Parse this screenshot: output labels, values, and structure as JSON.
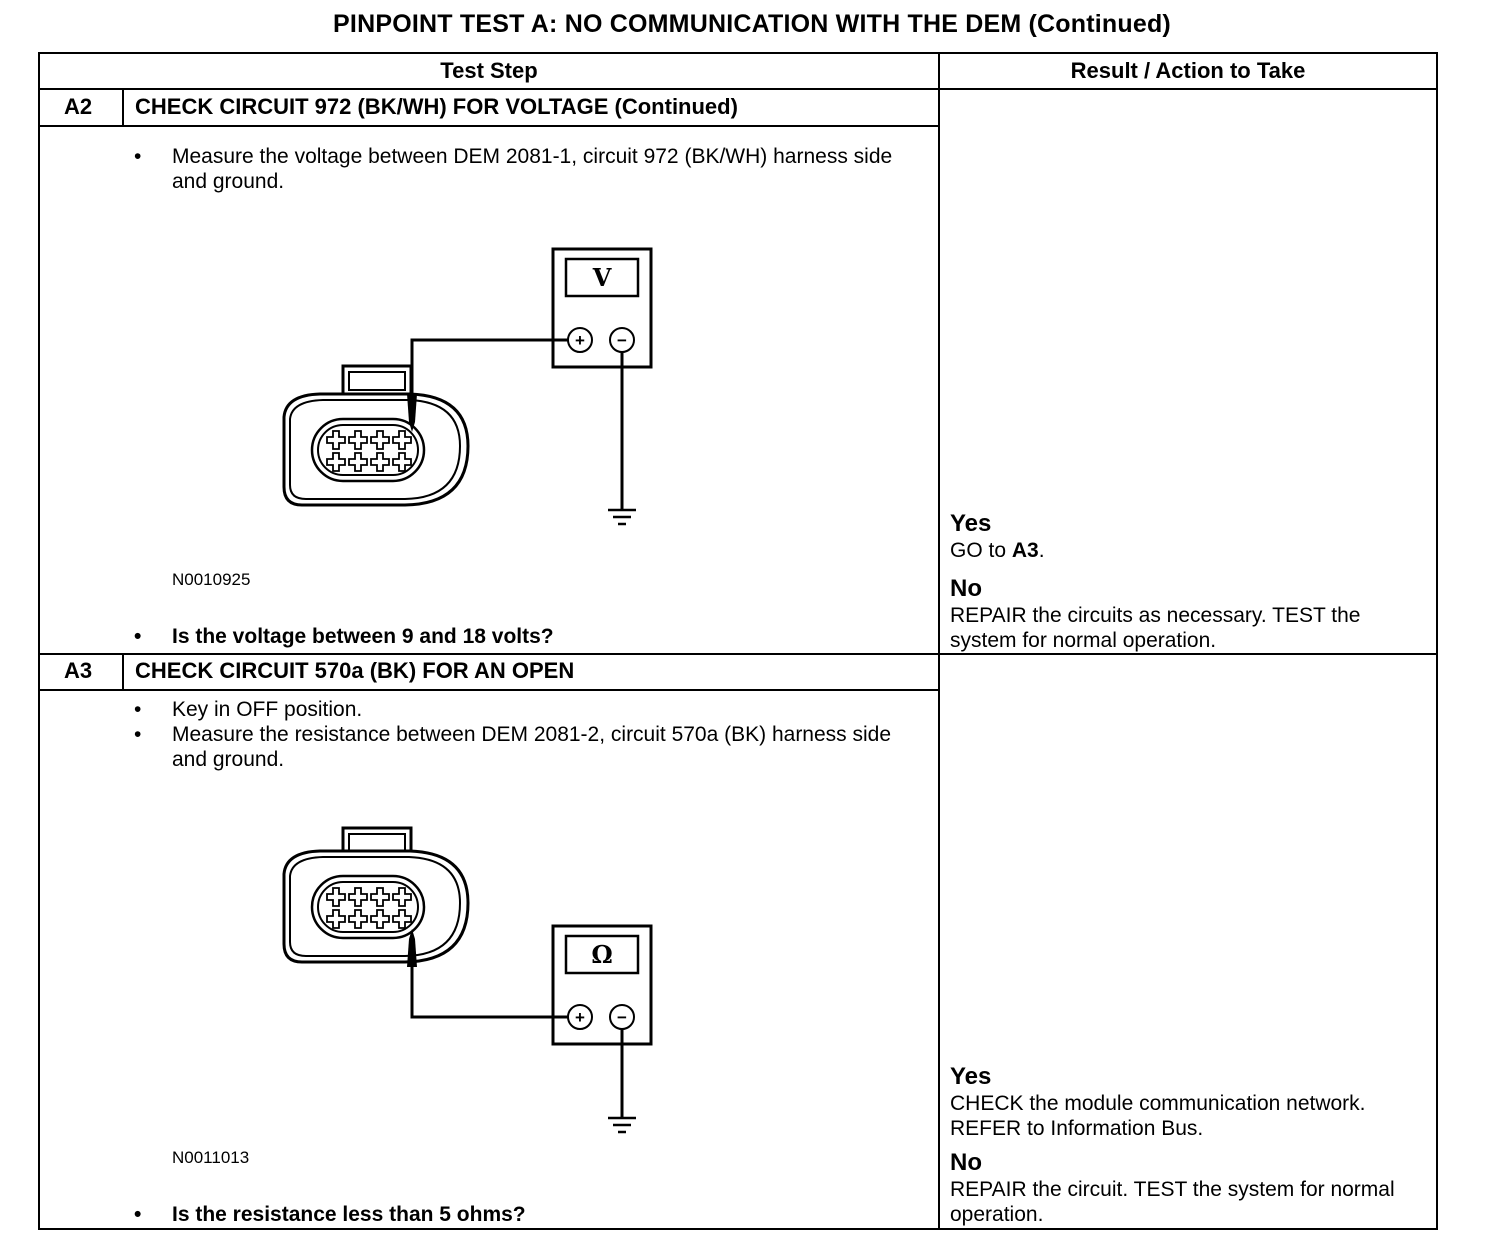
{
  "title": "PINPOINT TEST  A: NO COMMUNICATION WITH THE DEM (Continued)",
  "headers": {
    "test_step": "Test Step",
    "result": "Result / Action to Take"
  },
  "steps": [
    {
      "id": "A2",
      "title": "CHECK CIRCUIT 972 (BK/WH) FOR VOLTAGE (Continued)",
      "bullets": [
        "Measure the voltage between DEM 2081-1, circuit 972 (BK/WH) harness side and ground."
      ],
      "figure_id": "N0010925",
      "meter_symbol": "V",
      "question": "Is the voltage between 9 and 18 volts?",
      "yes_label": "Yes",
      "yes_text_prefix": "GO to ",
      "yes_text_ref": "A3",
      "yes_text_suffix": ".",
      "no_label": "No",
      "no_text": "REPAIR the circuits as necessary. TEST the system for normal operation."
    },
    {
      "id": "A3",
      "title": "CHECK CIRCUIT 570a (BK) FOR AN OPEN",
      "bullets": [
        "Key in OFF position.",
        "Measure the resistance between DEM 2081-2, circuit 570a (BK) harness side and ground."
      ],
      "figure_id": "N0011013",
      "meter_symbol": "Ω",
      "question": "Is the resistance less than 5 ohms?",
      "yes_label": "Yes",
      "yes_text": "CHECK the module communication network. REFER to Information Bus.",
      "no_label": "No",
      "no_text": "REPAIR the circuit. TEST the system for normal operation."
    }
  ],
  "bullet_char": "•",
  "meter_plus": "+",
  "meter_minus": "−"
}
